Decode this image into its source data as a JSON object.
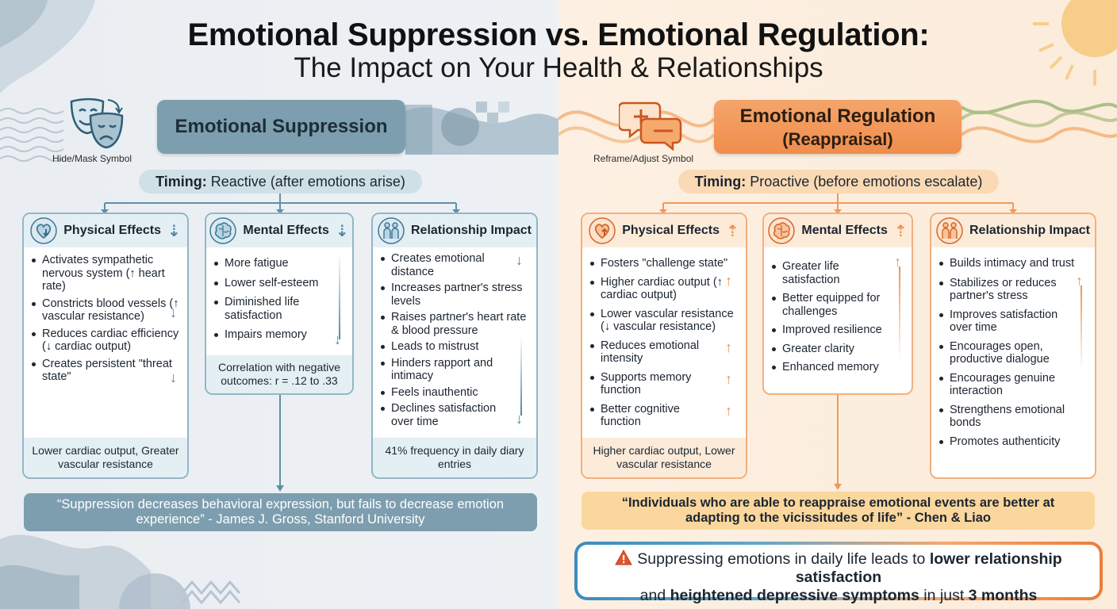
{
  "title": {
    "line1": "Emotional Suppression vs. Emotional Regulation:",
    "line2": "The Impact on Your Health & Relationships"
  },
  "colors": {
    "suppression_accent": "#7d9eae",
    "regulation_accent": "#ef8d4c",
    "blue_arrow": "#4a87a8",
    "orange_arrow": "#f0914e"
  },
  "suppression": {
    "header": "Emotional Suppression",
    "symbol_icon": "masks-icon",
    "symbol_label": "Hide/Mask Symbol",
    "timing_label": "Timing:",
    "timing_value": " Reactive (after emotions arise)",
    "cards": [
      {
        "title": "Physical Effects",
        "icon": "heart-down-icon",
        "items": [
          "Activates sympathetic nervous system (↑ heart rate)",
          "Constricts blood vessels (↑ vascular resistance)",
          "Reduces cardiac efficiency (↓ cardiac output)",
          "Creates persistent \"threat state\""
        ],
        "footer": "Lower cardiac output, Greater vascular resistance"
      },
      {
        "title": "Mental Effects",
        "icon": "brain-icon",
        "items": [
          "More fatigue",
          "Lower self-esteem",
          "Diminished life satisfaction",
          "Impairs memory"
        ],
        "footer": "Correlation with negative outcomes: r = .12 to .33"
      },
      {
        "title": "Relationship Impact",
        "icon": "couple-icon",
        "items": [
          "Creates emotional distance",
          "Increases partner's stress levels",
          "Raises partner's heart rate & blood pressure",
          "Leads to mistrust",
          "Hinders rapport and intimacy",
          "Feels inauthentic",
          "Declines satisfaction over time"
        ],
        "footer": "41% frequency in daily diary entries"
      }
    ],
    "quote": "“Suppression decreases behavioral expression, but fails to decrease emotion experience” - James J. Gross, Stanford University"
  },
  "regulation": {
    "header_line1": "Emotional Regulation",
    "header_line2": "(Reappraisal)",
    "symbol_icon": "reframe-bubbles-icon",
    "symbol_label": "Reframe/Adjust Symbol",
    "timing_label": "Timing:",
    "timing_value": " Proactive (before emotions escalate)",
    "cards": [
      {
        "title": "Physical Effects",
        "icon": "heart-up-icon",
        "items": [
          "Fosters \"challenge state\"",
          "Higher cardiac output (↑ cardiac output)",
          "Lower vascular resistance (↓ vascular resistance)",
          "Reduces emotional intensity",
          "Supports memory function",
          "Better cognitive function"
        ],
        "footer": "Higher cardiac output, Lower vascular resistance"
      },
      {
        "title": "Mental Effects",
        "icon": "brain-icon",
        "items": [
          "Greater life satisfaction",
          "Better equipped for challenges",
          "Improved resilience",
          "Greater clarity",
          "Enhanced memory"
        ]
      },
      {
        "title": "Relationship Impact",
        "icon": "couple-icon",
        "items": [
          "Builds intimacy and trust",
          "Stabilizes or reduces partner's stress",
          "Improves satisfaction over time",
          "Encourages open, productive dialogue",
          "Encourages genuine interaction",
          "Strengthens emotional bonds",
          "Promotes authenticity"
        ]
      }
    ],
    "quote": "“Individuals who are able to reappraise emotional events are better at adapting to the vicissitudes of life” - Chen & Liao"
  },
  "warning": {
    "icon": "warning-icon",
    "part1": "Suppressing emotions in daily life leads to ",
    "bold1": "lower relationship satisfaction",
    "part2": " and ",
    "bold2": "heightened depressive symptoms",
    "part3": " in just ",
    "bold3": "3 months"
  }
}
